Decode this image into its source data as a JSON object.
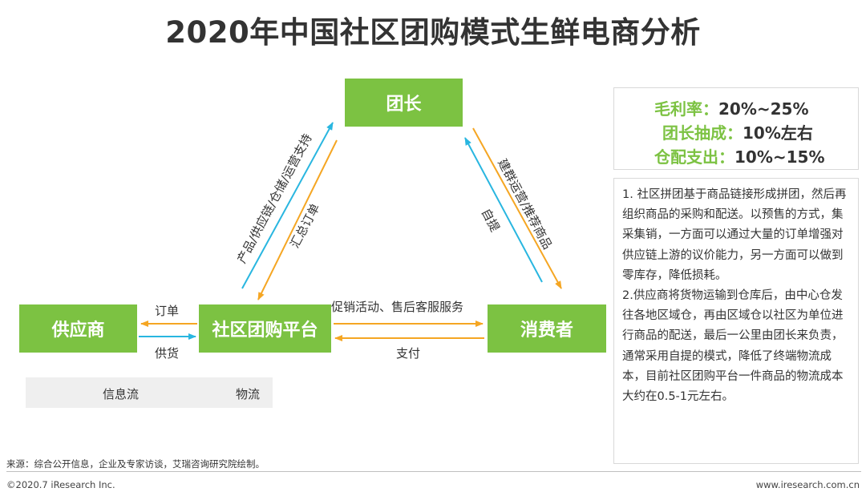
{
  "title": "2020年中国社区团购模式生鲜电商分析",
  "nodes": {
    "leader": "团长",
    "supplier": "供应商",
    "platform": "社区团购平台",
    "consumer": "消费者"
  },
  "edges": {
    "order_to_supplier": "订单",
    "supply_goods": "供货",
    "promotion_service": "促销活动、售后客服服务",
    "payment": "支付",
    "product_supply_support": "产品/供应链/仓储/运营支持",
    "aggregate_orders": "汇总订单",
    "group_build_recommend": "建群运营/推荐商品",
    "self_pickup": "自提"
  },
  "legend": {
    "info_flow": "信息流",
    "logistics_flow": "物流"
  },
  "kpis": [
    {
      "label": "毛利率：",
      "value": "20%~25%"
    },
    {
      "label": "团长抽成：",
      "value": "10%左右"
    },
    {
      "label": "仓配支出：",
      "value": "10%~15%"
    }
  ],
  "description": {
    "p1": "1. 社区拼团基于商品链接形成拼团，然后再组织商品的采购和配送。以预售的方式，集采集销，一方面可以通过大量的订单增强对供应链上游的议价能力，另一方面可以做到零库存，降低损耗。",
    "p2": "2.供应商将货物运输到仓库后，由中心仓发往各地区域仓，再由区域仓以社区为单位进行商品的配送，最后一公里由团长来负责，通常采用自提的模式，降低了终端物流成本，目前社区团购平台一件商品的物流成本大约在0.5-1元左右。"
  },
  "source": "来源：综合公开信息，企业及专家访谈，艾瑞咨询研究院绘制。",
  "footer": {
    "copyright": "©2020.7 iResearch Inc.",
    "website": "www.iresearch.com.cn"
  },
  "colors": {
    "node_green": "#7cc242",
    "info_flow": "#f5a623",
    "logistics_flow": "#29b6e0"
  }
}
